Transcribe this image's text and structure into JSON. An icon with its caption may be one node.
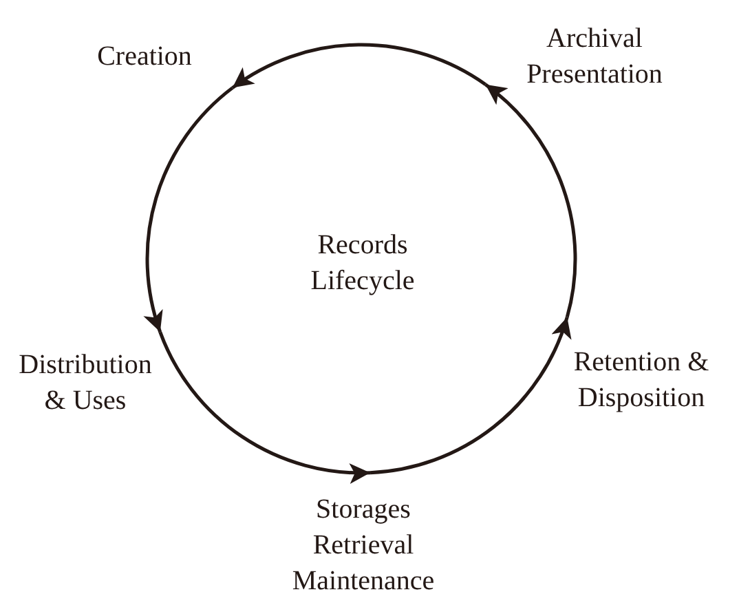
{
  "diagram": {
    "nodes": [
      {
        "text": [
          "Creation"
        ]
      },
      {
        "text": [
          "Distribution & Uses"
        ]
      },
      {
        "text": [
          "Storages Retrieval Maintenance"
        ]
      },
      {
        "text": [
          "Retention & Disposition"
        ]
      },
      {
        "text": [
          "Archival Presentation"
        ]
      }
    ],
    "edges": [
      {
        "from": 0,
        "to": 1,
        "arrow": "to"
      },
      {
        "from": 1,
        "to": 2,
        "arrow": "to"
      },
      {
        "from": 2,
        "to": 3,
        "arrow": "to"
      },
      {
        "from": 3,
        "to": 4,
        "arrow": "to"
      },
      {
        "from": 4,
        "to": 0,
        "arrow": "to"
      }
    ],
    "labels": [
      "Records Lifecycle"
    ]
  }
}
